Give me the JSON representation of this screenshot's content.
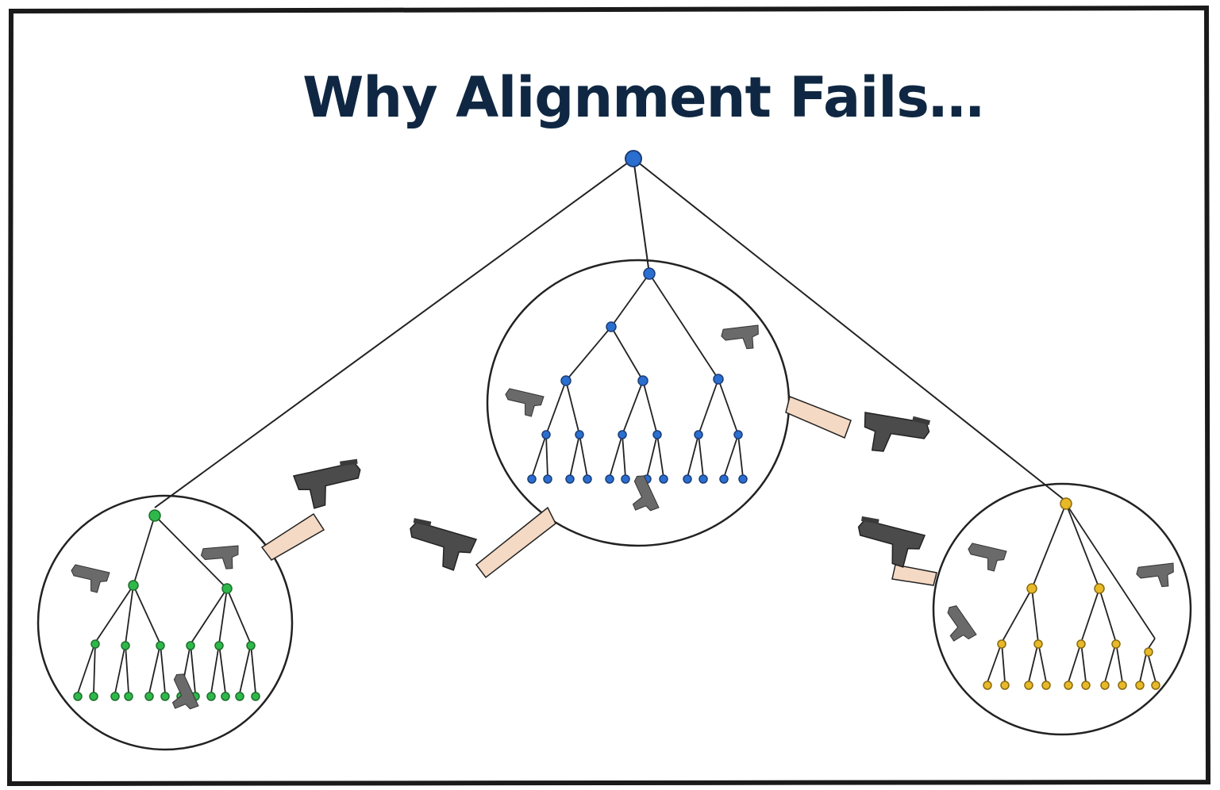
{
  "title": "Why Alignment Fails…",
  "colors": {
    "title": "#0f2742",
    "line": "#222222",
    "blue_node": "#2a6fd0",
    "green_node": "#2fb84a",
    "yellow_node": "#e7b928",
    "gun": "#4b4b4b",
    "skin": "#f4d9c4"
  },
  "groups": [
    {
      "name": "left-group",
      "node_color": "green"
    },
    {
      "name": "center-group",
      "node_color": "blue"
    },
    {
      "name": "right-group",
      "node_color": "yellow"
    }
  ],
  "icons": [
    "gun-icon",
    "hand-holding-gun-icon",
    "org-tree-icon"
  ]
}
